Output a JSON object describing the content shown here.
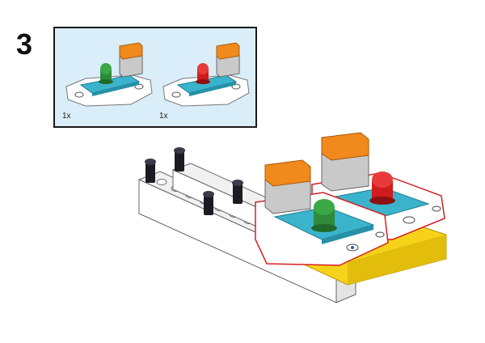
{
  "step": {
    "number": "3"
  },
  "parts_callout": {
    "parts": [
      {
        "part": "green-led-module-icon",
        "quantity": "1x",
        "led_color": "#2e8b3a"
      },
      {
        "part": "red-led-module-icon",
        "quantity": "1x",
        "led_color": "#d01c1c"
      }
    ]
  },
  "colors": {
    "module_board": "#3bb3cc",
    "connector_orange": "#f08a1c",
    "bracket_white": "#ffffff",
    "base_yellow": "#f7d21a",
    "highlight_outline": "#d42020",
    "callout_background": "#d9eef8",
    "pin_black": "#1b1b22"
  }
}
